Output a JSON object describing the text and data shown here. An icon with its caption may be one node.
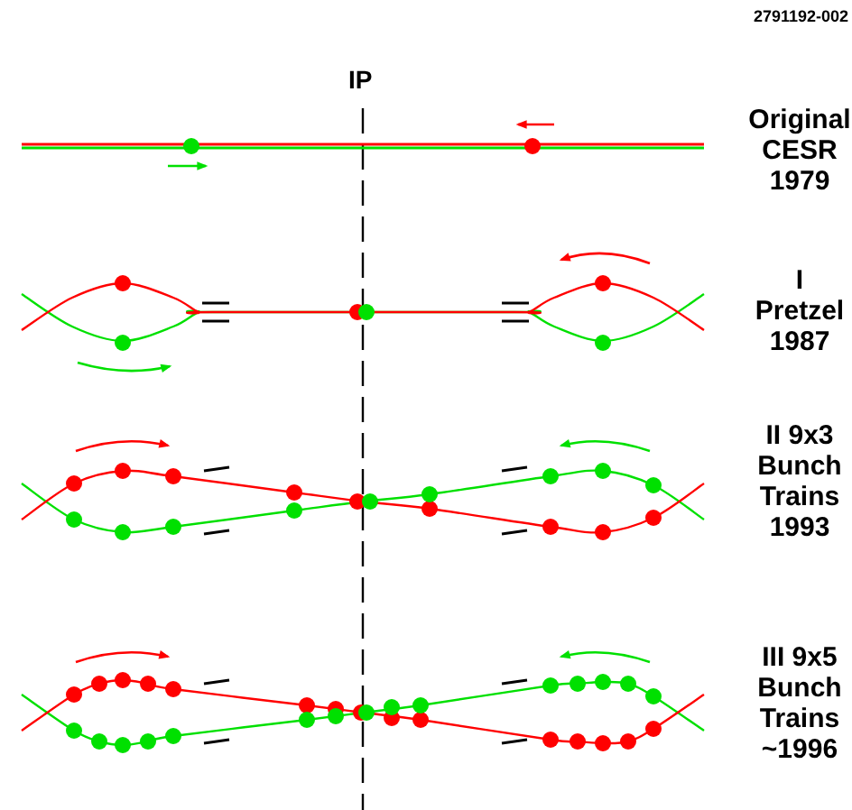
{
  "diagram": {
    "labels": [
      "2791192-002",
      "IP",
      "Original CESR 1979",
      "I Pretzel 1987",
      "II 9x3 Bunch Trains 1993",
      "III 9x5 Bunch Trains ~1996"
    ]
  }
}
